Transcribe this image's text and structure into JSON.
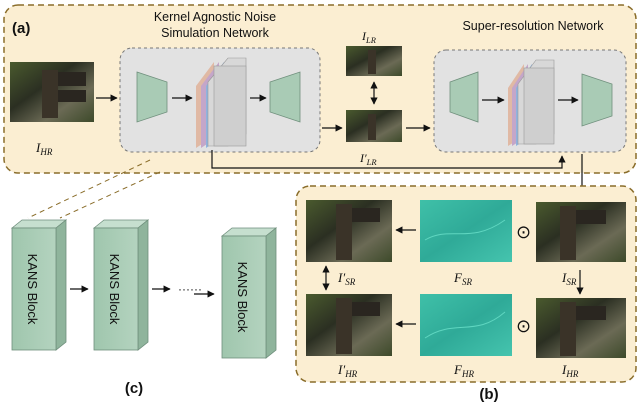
{
  "panels": {
    "a": {
      "label": "(a)"
    },
    "b": {
      "label": "(b)"
    },
    "c": {
      "label": "(c)"
    }
  },
  "kans_network": {
    "title_line1": "Kernel Agnostic Noise",
    "title_line2": "Simulation Network"
  },
  "sr_network": {
    "title": "Super-resolution  Network"
  },
  "images": {
    "i_hr_top": "I",
    "i_hr_top_sub": "HR",
    "i_lr": "I",
    "i_lr_sub": "LR",
    "i_prime_lr": "I′",
    "i_prime_lr_sub": "LR",
    "i_prime_sr": "I′",
    "i_prime_sr_sub": "SR",
    "f_sr": "F",
    "f_sr_sub": "SR",
    "i_sr": "I",
    "i_sr_sub": "SR",
    "i_prime_hr": "I′",
    "i_prime_hr_sub": "HR",
    "f_hr": "F",
    "f_hr_sub": "HR",
    "i_hr_bottom": "I",
    "i_hr_bottom_sub": "HR"
  },
  "operators": {
    "odot": "⊙"
  },
  "blocks": {
    "block1": "KANS Block",
    "block2": "KANS Block",
    "block3": "KANS Block",
    "ellipsis": "······"
  },
  "colors": {
    "panel_fill": "#fbeed2",
    "panel_border": "#8a6d2a",
    "block_fill": "#a9cbb5",
    "network_box": "#e2e2e2",
    "feature_map": "#3bb8a3"
  }
}
